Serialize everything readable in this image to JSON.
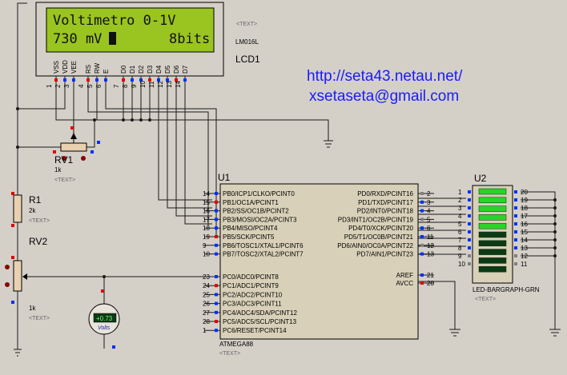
{
  "lcd": {
    "line1": "Voltimetro 0-1V",
    "line2": "730 mV",
    "line2_right": "8bits",
    "part": "LM016L",
    "ref": "LCD1",
    "text_tag": "<TEXT>",
    "pins": [
      "VSS",
      "VDD",
      "VEE",
      "RS",
      "RW",
      "E",
      "D0",
      "D1",
      "D2",
      "D3",
      "D4",
      "D5",
      "D6",
      "D7"
    ],
    "pin_numbers": [
      "1",
      "2",
      "3",
      "4",
      "5",
      "6",
      "7",
      "8",
      "9",
      "10",
      "11",
      "12",
      "13",
      "14"
    ]
  },
  "links": {
    "url": "http://seta43.netau.net/",
    "email": "xsetaseta@gmail.com"
  },
  "rv1": {
    "ref": "RV1",
    "value": "1k",
    "tag": "<TEXT>"
  },
  "r1": {
    "ref": "R1",
    "value": "2k",
    "tag": "<TEXT>"
  },
  "rv2": {
    "ref": "RV2",
    "value": "1k",
    "tag": "<TEXT>"
  },
  "voltmeter": {
    "reading": "+0.73",
    "unit": "Volts"
  },
  "u1": {
    "ref": "U1",
    "part": "ATMEGA88",
    "tag": "<TEXT>",
    "left_pins": [
      {
        "num": "14",
        "name": "PB0/ICP1/CLKO/PCINT0"
      },
      {
        "num": "15",
        "name": "PB1/OC1A/PCINT1"
      },
      {
        "num": "16",
        "name": "PB2/SS/OC1B/PCINT2"
      },
      {
        "num": "17",
        "name": "PB3/MOSI/OC2A/PCINT3"
      },
      {
        "num": "18",
        "name": "PB4/MISO/PCINT4"
      },
      {
        "num": "19",
        "name": "PB5/SCK/PCINT5"
      },
      {
        "num": "9",
        "name": "PB6/TOSC1/XTAL1/PCINT6"
      },
      {
        "num": "10",
        "name": "PB7/TOSC2/XTAL2/PCINT7"
      },
      {
        "num": "23",
        "name": "PC0/ADC0/PCINT8"
      },
      {
        "num": "24",
        "name": "PC1/ADC1/PCINT9"
      },
      {
        "num": "25",
        "name": "PC2/ADC2/PCINT10"
      },
      {
        "num": "26",
        "name": "PC3/ADC3/PCINT11"
      },
      {
        "num": "27",
        "name": "PC4/ADC4/SDA/PCINT12"
      },
      {
        "num": "28",
        "name": "PC5/ADC5/SCL/PCINT13"
      },
      {
        "num": "1",
        "name": "PC6/RESET/PCINT14"
      }
    ],
    "right_pins": [
      {
        "num": "2",
        "name": "PD0/RXD/PCINT16"
      },
      {
        "num": "3",
        "name": "PD1/TXD/PCINT17"
      },
      {
        "num": "4",
        "name": "PD2/INT0/PCINT18"
      },
      {
        "num": "5",
        "name": "PD3/INT1/OC2B/PCINT19"
      },
      {
        "num": "6",
        "name": "PD4/T0/XCK/PCINT20"
      },
      {
        "num": "11",
        "name": "PD5/T1/OC0B/PCINT21"
      },
      {
        "num": "12",
        "name": "PD6/AIN0/OC0A/PCINT22"
      },
      {
        "num": "13",
        "name": "PD7/AIN1/PCINT23"
      },
      {
        "num": "21",
        "name": "AREF"
      },
      {
        "num": "20",
        "name": "AVCC"
      }
    ]
  },
  "u2": {
    "ref": "U2",
    "part": "LED-BARGRAPH-GRN",
    "tag": "<TEXT>",
    "left_pins": [
      "1",
      "2",
      "3",
      "4",
      "5",
      "6",
      "7",
      "8",
      "9",
      "10"
    ],
    "right_pins": [
      "20",
      "19",
      "18",
      "17",
      "16",
      "15",
      "14",
      "13",
      "12",
      "11"
    ],
    "segments_lit": 5,
    "segments_total": 10
  },
  "colors": {
    "wire": "#1a1a1a",
    "pin_red": "#e00000",
    "pin_blue": "#0030ff",
    "lcd_bg": "#9ac420",
    "bar_on": "#29d429",
    "bar_off": "#0c3a14",
    "link": "#1a1aff"
  }
}
